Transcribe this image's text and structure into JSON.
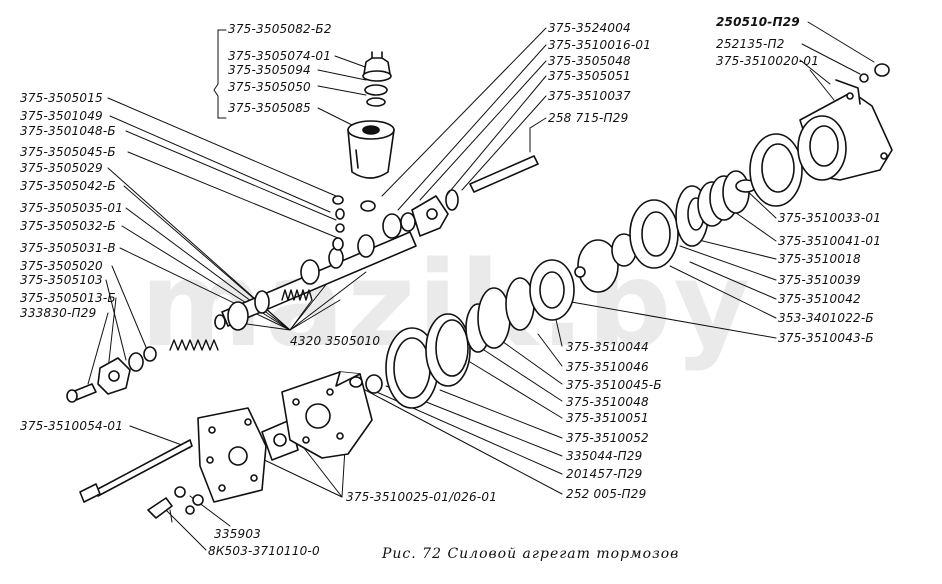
{
  "diagram": {
    "caption": "Рис. 72 Силовой агрегат тормозов",
    "watermark": "mazik.by",
    "labels": {
      "l01": "375-3505082-Б2",
      "l02": "375-3505074-01",
      "l03": "375-3505094",
      "l04": "375-3505050",
      "l05": "375-3505085",
      "l06": "375-3505015",
      "l07": "375-3501049",
      "l08": "375-3501048-Б",
      "l09": "375-3505045-Б",
      "l10": "375-3505029",
      "l11": "375-3505042-Б",
      "l12": "375-3505035-01",
      "l13": "375-3505032-Б",
      "l14": "375-3505031-В",
      "l15": "375-3505020",
      "l16": "375-3505103",
      "l17": "375-3505013-Б",
      "l18": "333830-П29",
      "l19": "4320 3505010",
      "l20": "375-3510054-01",
      "l21": "335903",
      "l22": "8К503-3710110-0",
      "l23": "375-3510025-01/026-01",
      "l24": "375-3524004",
      "l25": "375-3510016-01",
      "l26": "375-3505048",
      "l27": "375-3505051",
      "l28": "375-3510037",
      "l29": "258 715-П29",
      "l30": "250510-П29",
      "l31": "252135-П2",
      "l32": "375-3510020-01",
      "l33": "375-3510033-01",
      "l34": "375-3510041-01",
      "l35": "375-3510018",
      "l36": "375-3510039",
      "l37": "375-3510042",
      "l38": "353-3401022-Б",
      "l39": "375-3510043-Б",
      "l40": "375-3510044",
      "l41": "375-3510046",
      "l42": "375-3510045-Б",
      "l43": "375-3510048",
      "l44": "375-3510051",
      "l45": "375-3510052",
      "l46": "335044-П29",
      "l47": "201457-П29",
      "l48": "252 005-П29"
    }
  }
}
